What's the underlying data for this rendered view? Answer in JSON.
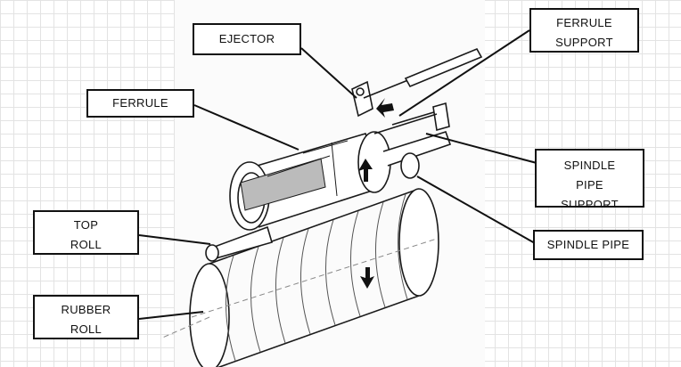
{
  "labels": {
    "ejector": "EJECTOR",
    "ferrule": "FERRULE",
    "ferrule_support": [
      "FERRULE",
      "SUPPORT"
    ],
    "spindle_pipe_support": [
      "SPINDLE",
      "PIPE",
      "SUPPORT"
    ],
    "spindle_pipe": "SPINDLE PIPE",
    "top_roll": [
      "TOP",
      "ROLL"
    ],
    "rubber_roll": [
      "RUBBER",
      "ROLL"
    ]
  }
}
